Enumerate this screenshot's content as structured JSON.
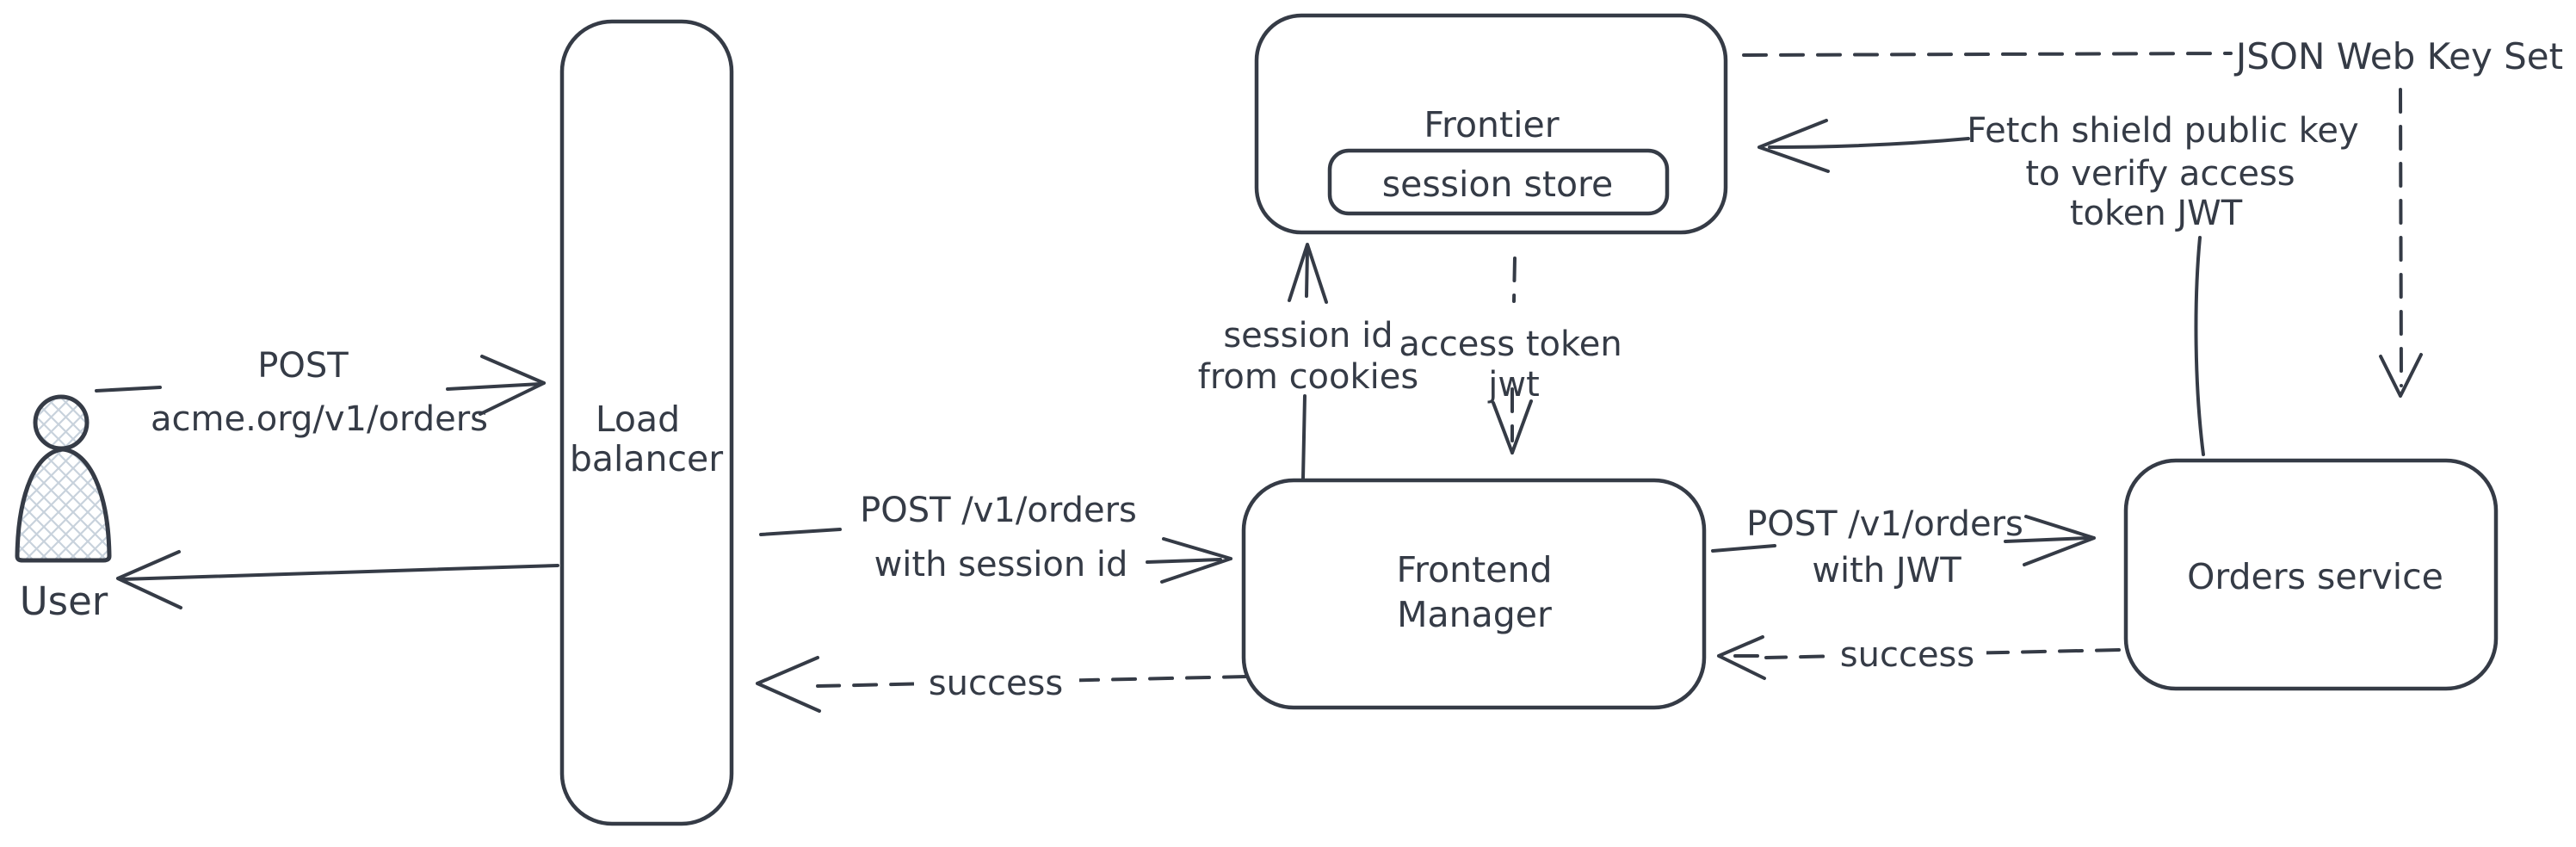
{
  "diagram": {
    "nodes": {
      "user": {
        "label": "User"
      },
      "load_balancer": {
        "lines": [
          "Load",
          "balancer"
        ]
      },
      "frontier": {
        "label": "Frontier"
      },
      "session_store": {
        "label": "session store"
      },
      "frontend_manager": {
        "lines": [
          "Frontend",
          "Manager"
        ]
      },
      "orders_service": {
        "label": "Orders service"
      }
    },
    "edges": {
      "user_to_lb": {
        "lines": [
          "POST",
          "acme.org/v1/orders"
        ]
      },
      "lb_to_fm": {
        "lines": [
          "POST /v1/orders",
          "with session id"
        ]
      },
      "fm_to_lb": {
        "label": "success"
      },
      "fm_to_frontier": {
        "lines": [
          "session id",
          "from cookies"
        ]
      },
      "frontier_to_fm": {
        "lines": [
          "access token",
          "jwt"
        ]
      },
      "fm_to_orders": {
        "lines": [
          "POST /v1/orders",
          "with JWT"
        ]
      },
      "orders_to_fm": {
        "label": "success"
      },
      "orders_to_frontier": {
        "lines": [
          "Fetch shield public key",
          "to verify access",
          "token JWT"
        ]
      },
      "frontier_to_orders": {
        "label": "JSON Web Key Set"
      }
    },
    "colors": {
      "ink": "#353b46",
      "hatch_fill": "#c8d2dc",
      "background": "#ffffff"
    }
  }
}
